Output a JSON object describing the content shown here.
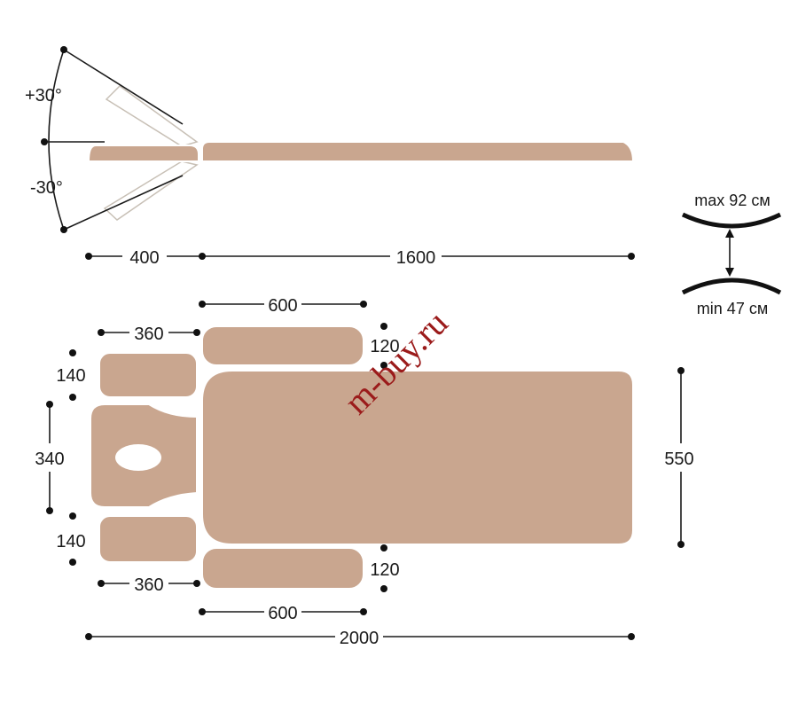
{
  "side_view": {
    "angle_up": "+30°",
    "angle_down": "-30°",
    "len_head": "400",
    "len_body": "1600"
  },
  "top_view": {
    "arm_top_len": "600",
    "arm_bottom_len": "600",
    "arm_top_w": "120",
    "arm_bottom_w": "120",
    "side_top_len": "360",
    "side_bottom_len": "360",
    "side_top_w": "140",
    "side_bottom_w": "140",
    "head_w": "340",
    "body_w": "550",
    "total_len": "2000"
  },
  "height": {
    "max": "max 92 см",
    "min": "min 47 см"
  },
  "watermark": "m-buy.ru",
  "colors": {
    "upholstery": "#c9a68f",
    "watermark": "#9b1b1b"
  }
}
